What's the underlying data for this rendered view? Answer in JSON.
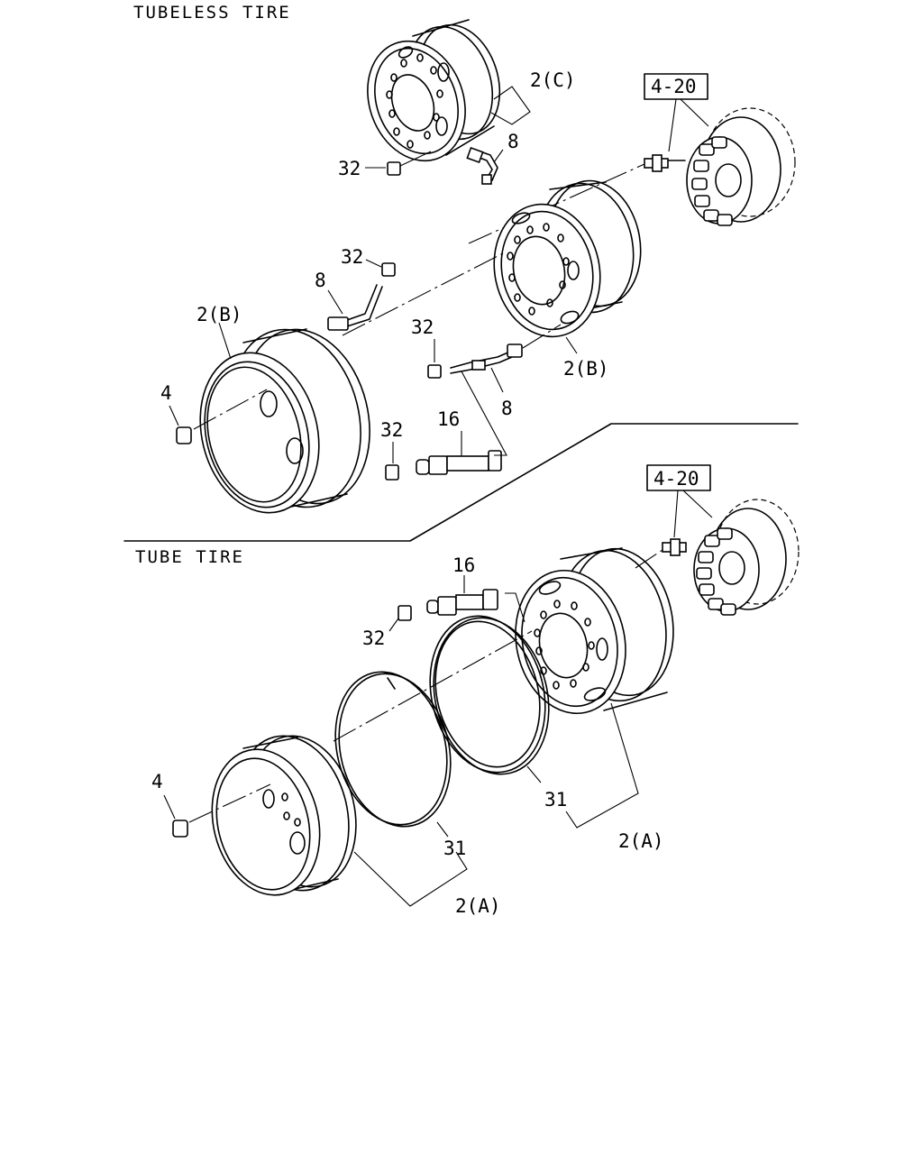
{
  "sections": {
    "tubeless_title": "TUBELESS TIRE",
    "tube_title": "TUBE TIRE"
  },
  "callouts": {
    "wheel_2c": "2(C)",
    "valve_8_top": "8",
    "cap_32_top": "32",
    "hub_ref_top": "4-20",
    "cap_32_upper_left": "32",
    "valve_8_left": "8",
    "wheel_2b_left": "2(B)",
    "nut_4_tubeless": "4",
    "cap_32_mid": "32",
    "valve_8_mid": "8",
    "wheel_2b_right": "2(B)",
    "cap_32_lower": "32",
    "valve_16_tubeless": "16",
    "hub_ref_bottom": "4-20",
    "valve_16_tube": "16",
    "cap_32_tube": "32",
    "nut_4_tube": "4",
    "ring_31_right": "31",
    "ring_31_left": "31",
    "wheel_2a_right": "2(A)",
    "wheel_2a_left": "2(A)"
  }
}
